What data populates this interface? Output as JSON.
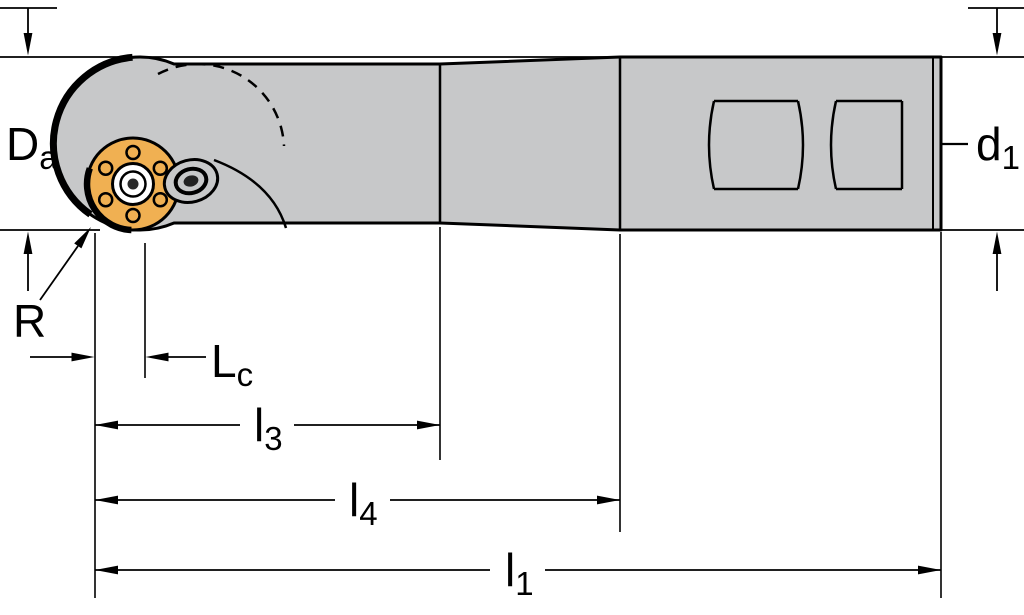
{
  "labels": {
    "da": {
      "main": "D",
      "sub": "a"
    },
    "d1": {
      "main": "d",
      "sub": "1"
    },
    "r": {
      "main": "R"
    },
    "lc": {
      "main": "L",
      "sub": "c"
    },
    "l3": {
      "main": "l",
      "sub": "3"
    },
    "l4": {
      "main": "l",
      "sub": "4"
    },
    "l1": {
      "main": "l",
      "sub": "1"
    }
  },
  "colors": {
    "background": "#ffffff",
    "body_fill": "#c7c8c9",
    "insert_fill": "#f0b052",
    "line": "#000000"
  }
}
